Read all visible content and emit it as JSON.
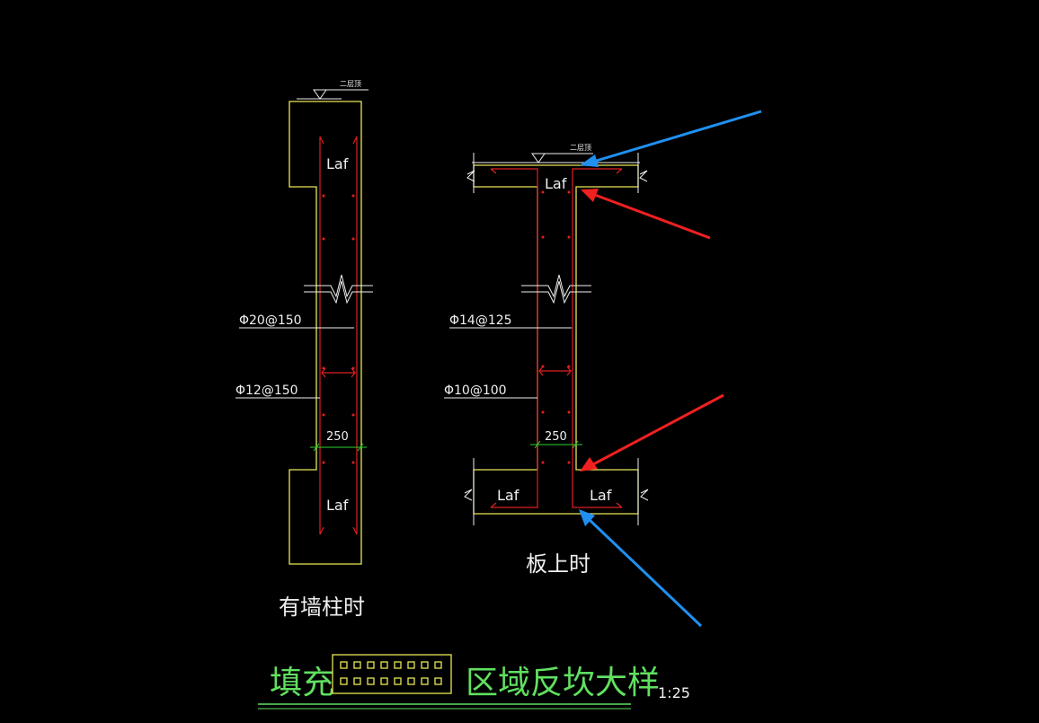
{
  "left_detail": {
    "level_mark": "二层顶",
    "laf_top": "Laf",
    "laf_bottom": "Laf",
    "rebar_vertical": "Φ20@150",
    "rebar_horizontal": "Φ12@150",
    "width_dim": "250",
    "caption": "有墙柱时"
  },
  "right_detail": {
    "level_mark": "二层顶",
    "laf_top": "Laf",
    "laf_bottom_left": "Laf",
    "laf_bottom_right": "Laf",
    "rebar_vertical": "Φ14@125",
    "rebar_horizontal": "Φ10@100",
    "width_dim": "250",
    "caption": "板上时"
  },
  "title_block": {
    "prefix": "填充",
    "suffix": "区域反坎大样",
    "scale": "1:25"
  },
  "annotation_colors": {
    "blue_arrow": "#2090f0",
    "red_arrow": "#f02020"
  }
}
